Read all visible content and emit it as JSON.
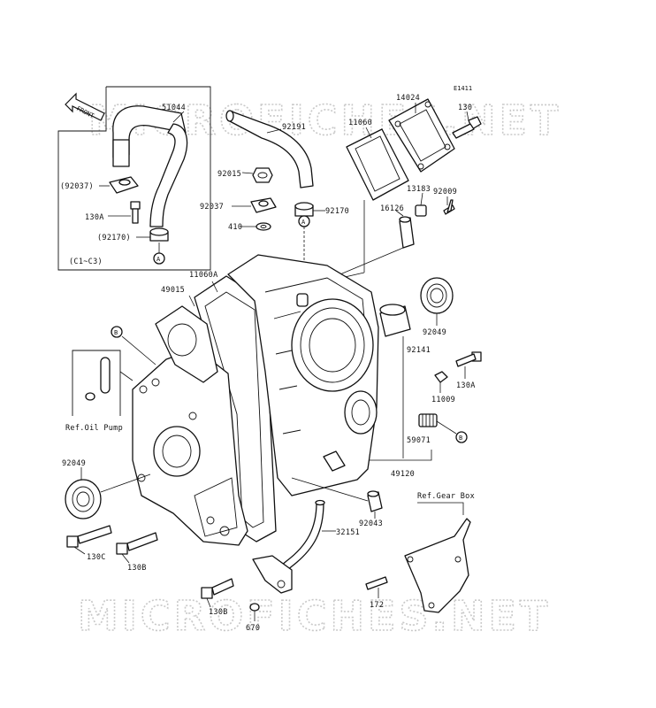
{
  "diagram_code": "E1411",
  "front_arrow": "FRONT",
  "watermark": "MICROFICHES.NET",
  "inset_note": "(C1~C3)",
  "refs": {
    "oil_pump": "Ref.Oil Pump",
    "gear_box": "Ref.Gear Box"
  },
  "callouts": {
    "A": "A",
    "B": "B"
  },
  "parts": {
    "p51044": "51044",
    "p92037_inset": "(92037)",
    "p130A_inset": "130A",
    "p92170_inset": "(92170)",
    "p92191": "92191",
    "p92015": "92015",
    "p92037": "92037",
    "p410": "410",
    "p92170": "92170",
    "p14024": "14024",
    "p130_top": "130",
    "p11060": "11060",
    "p13183": "13183",
    "p92009": "92009",
    "p16126": "16126",
    "p11060A": "11060A",
    "p49015": "49015",
    "p92049_right": "92049",
    "p92141": "92141",
    "p130A_right": "130A",
    "p11009": "11009",
    "p59071": "59071",
    "p49120": "49120",
    "p92049_left": "92049",
    "p92043": "92043",
    "p32151": "32151",
    "p130C": "130C",
    "p130B_left": "130B",
    "p130B_bottom": "130B",
    "p670": "670",
    "p172": "172"
  }
}
